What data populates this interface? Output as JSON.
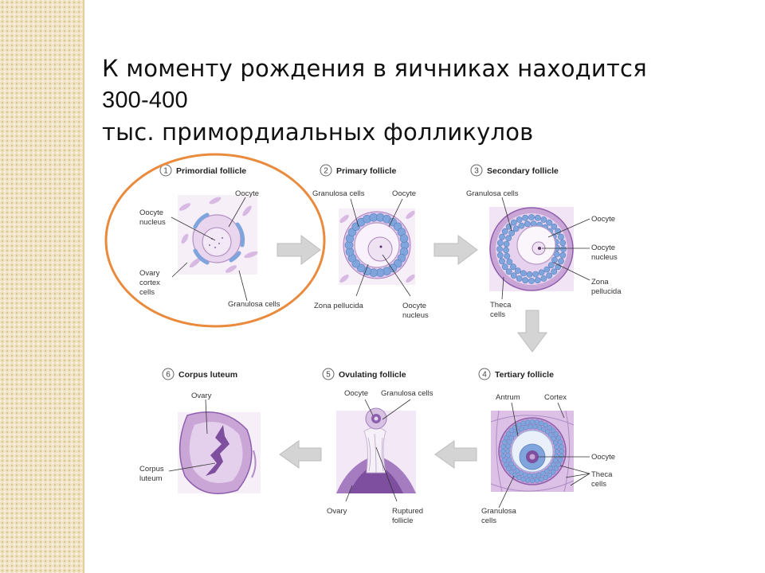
{
  "heading": {
    "line1": "К моменту рождения в яичниках находится",
    "line2_number": "300-400",
    "line2_rest": " тыс. примордиальных фолликулов"
  },
  "stages": [
    {
      "number": "1",
      "title": "Primordial follicle",
      "labels": {
        "oocyte": "Oocyte",
        "oocyte_nucleus_1": "Oocyte",
        "oocyte_nucleus_2": "nucleus",
        "ovary_1": "Ovary",
        "ovary_2": "cortex",
        "ovary_3": "cells",
        "granulosa": "Granulosa cells"
      }
    },
    {
      "number": "2",
      "title": "Primary follicle",
      "labels": {
        "granulosa": "Granulosa cells",
        "oocyte": "Oocyte",
        "zona": "Zona pellucida",
        "nucleus_1": "Oocyte",
        "nucleus_2": "nucleus"
      }
    },
    {
      "number": "3",
      "title": "Secondary follicle",
      "labels": {
        "granulosa": "Granulosa cells",
        "oocyte": "Oocyte",
        "nucleus_1": "Oocyte",
        "nucleus_2": "nucleus",
        "zona_1": "Zona",
        "zona_2": "pellucida",
        "theca_1": "Theca",
        "theca_2": "cells"
      }
    },
    {
      "number": "4",
      "title": "Tertiary follicle",
      "labels": {
        "antrum": "Antrum",
        "cortex": "Cortex",
        "oocyte": "Oocyte",
        "theca_1": "Theca",
        "theca_2": "cells",
        "granulosa_1": "Granulosa",
        "granulosa_2": "cells"
      }
    },
    {
      "number": "5",
      "title": "Ovulating follicle",
      "labels": {
        "oocyte": "Oocyte",
        "granulosa": "Granulosa cells",
        "ovary": "Ovary",
        "ruptured_1": "Ruptured",
        "ruptured_2": "follicle"
      }
    },
    {
      "number": "6",
      "title": "Corpus luteum",
      "labels": {
        "ovary": "Ovary",
        "corpus_1": "Corpus",
        "corpus_2": "luteum"
      }
    }
  ],
  "colors": {
    "highlight_ring": "#e98a3c",
    "arrow_fill": "#d4d4d4",
    "cell_blue": "#7fa5dc",
    "tissue_purple": "#c9a6d6",
    "dark_purple": "#7d4f9e",
    "background_strip": "#f1e4c4"
  }
}
